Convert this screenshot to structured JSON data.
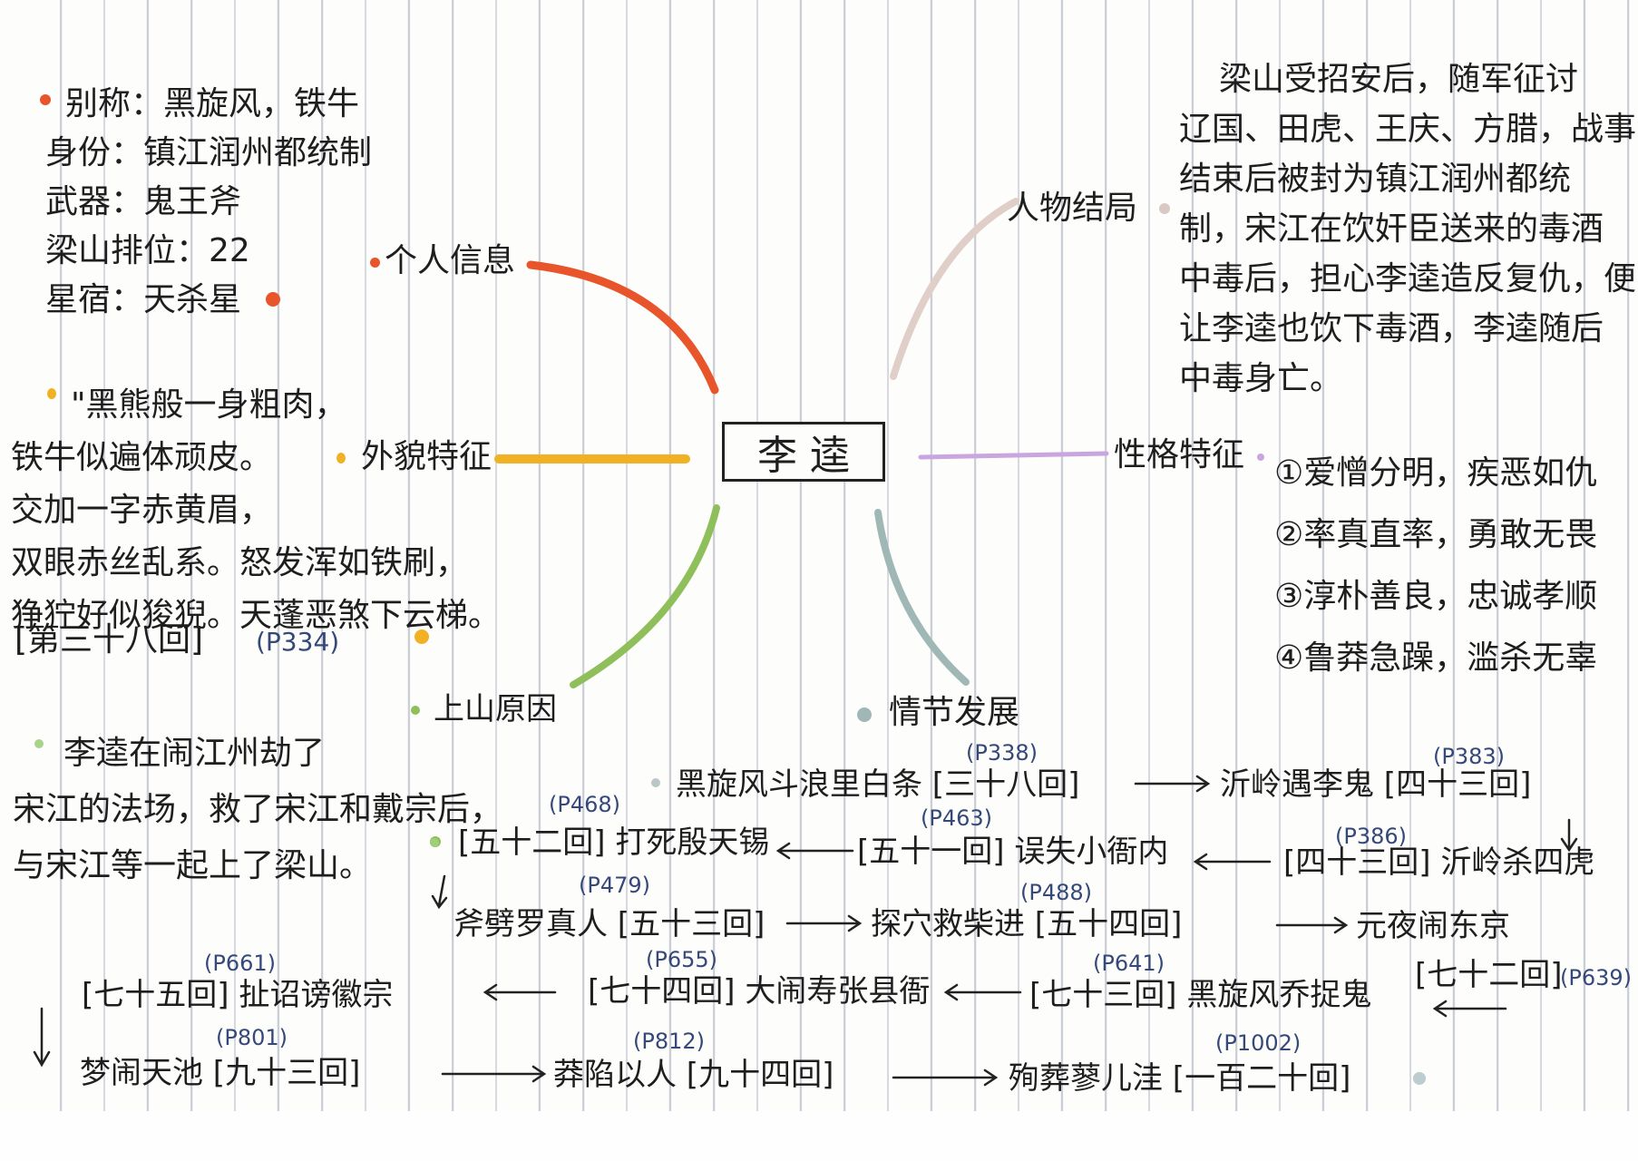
{
  "center": {
    "title": "李逵"
  },
  "branches": {
    "personal": {
      "label": "个人信息",
      "color": "#e8552a",
      "lines": [
        "别称：黑旋风，铁牛",
        "身份：镇江润州都统制",
        "武器：鬼王斧",
        "梁山排位：22",
        "星宿：天杀星"
      ]
    },
    "appearance": {
      "label": "外貌特征",
      "color": "#f0b124",
      "lines": [
        "\"黑熊般一身粗肉，",
        "铁牛似遍体顽皮。",
        "交加一字赤黄眉，",
        "双眼赤丝乱系。怒发浑如铁刷，",
        "狰狞好似狻猊。天蓬恶煞下云梯。"
      ],
      "citation": "[第三十八回]",
      "page": "(P334)"
    },
    "joining": {
      "label": "上山原因",
      "color": "#8fbf5a",
      "lines": [
        "李逵在闹江州劫了",
        "宋江的法场，救了宋江和戴宗后，",
        "与宋江等一起上了梁山。"
      ]
    },
    "ending": {
      "label": "人物结局",
      "color": "#e0cfc8",
      "lines": [
        "梁山受招安后，随军征讨",
        "辽国、田虎、王庆、方腊，战事",
        "结束后被封为镇江润州都统",
        "制，宋江在饮奸臣送来的毒酒",
        "中毒后，担心李逵造反复仇，便",
        "让李逵也饮下毒酒，李逵随后",
        "中毒身亡。"
      ]
    },
    "personality": {
      "label": "性格特征",
      "color": "#c9a6e0",
      "lines": [
        "①爱憎分明，疾恶如仇",
        "②率真直率，勇敢无畏",
        "③淳朴善良，忠诚孝顺",
        "④鲁莽急躁，滥杀无辜"
      ]
    },
    "plot": {
      "label": "情节发展",
      "color": "#9fb8b6"
    }
  },
  "plot_events": [
    {
      "text": "黑旋风斗浪里白条 [三十八回]",
      "page": "(P338)"
    },
    {
      "text": "沂岭遇李鬼 [四十三回]",
      "page": "(P383)"
    },
    {
      "text": "[四十三回] 沂岭杀四虎",
      "page": "(P386)"
    },
    {
      "text": "[五十一回] 误失小衙内",
      "page": "(P463)"
    },
    {
      "text": "[五十二回] 打死殷天锡",
      "page": "(P468)"
    },
    {
      "text": "斧劈罗真人 [五十三回]",
      "page": "(P479)"
    },
    {
      "text": "探穴救柴进 [五十四回]",
      "page": "(P488)"
    },
    {
      "text": "元夜闹东京",
      "page": ""
    },
    {
      "text": "[七十二回]",
      "page": "(P639)"
    },
    {
      "text": "[七十三回] 黑旋风乔捉鬼",
      "page": "(P641)"
    },
    {
      "text": "[七十四回] 大闹寿张县衙",
      "page": "(P655)"
    },
    {
      "text": "[七十五回] 扯诏谤徽宗",
      "page": "(P661)"
    },
    {
      "text": "梦闹天池 [九十三回]",
      "page": "(P801)"
    },
    {
      "text": "莽陷以人 [九十四回]",
      "page": "(P812)"
    },
    {
      "text": "殉葬蓼儿洼 [一百二十回]",
      "page": "(P1002)"
    }
  ]
}
